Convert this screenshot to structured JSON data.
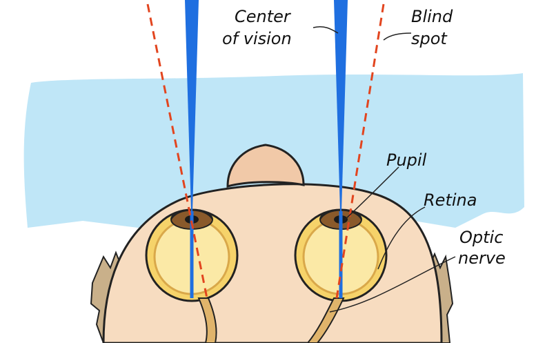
{
  "labels": {
    "center_line1": "Center",
    "center_line2": "of vision",
    "blind_line1": "Blind",
    "blind_line2": "spot",
    "pupil": "Pupil",
    "retina": "Retina",
    "optic_line1": "Optic",
    "optic_line2": "nerve"
  },
  "colors": {
    "sky": "#bfe6f7",
    "skin": "#f7dcc0",
    "skin_shadow": "#e6bfa0",
    "hair": "#c9b08a",
    "eye_fill": "#f6d36a",
    "eye_inner": "#fbe9a6",
    "iris": "#8a5a2b",
    "pupil": "#1a1a1a",
    "vision_beam": "#1f6fe0",
    "blind_line": "#e2451f",
    "nerve": "#e0b46b",
    "outline": "#222222"
  }
}
